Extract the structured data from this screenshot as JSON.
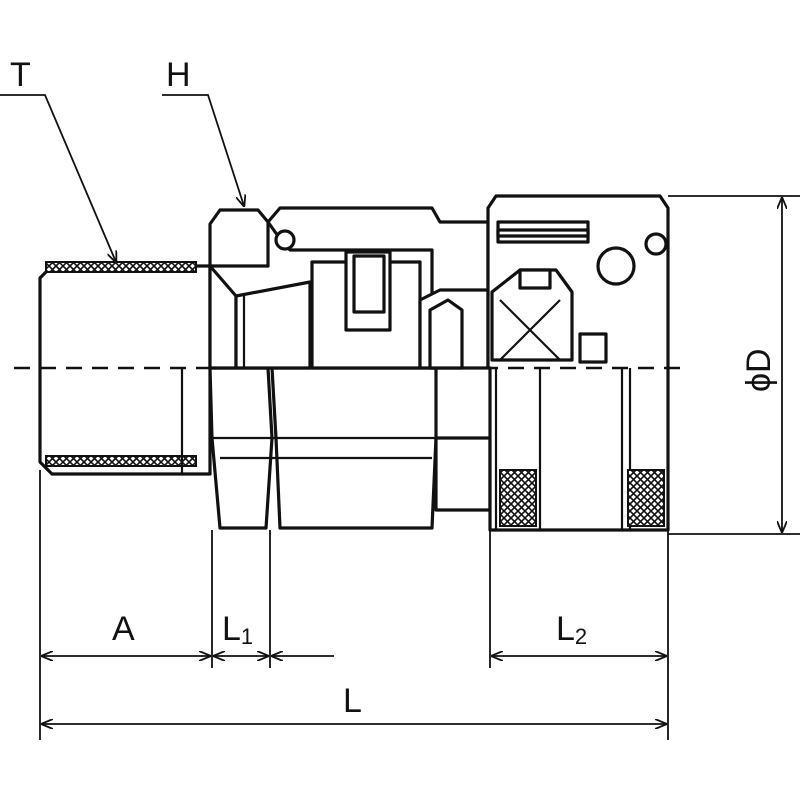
{
  "labels": {
    "T": "T",
    "H": "H",
    "A": "A",
    "L1": {
      "base": "L",
      "sub": "1"
    },
    "L2": {
      "base": "L",
      "sub": "2"
    },
    "L": "L",
    "D": "ϕD"
  },
  "colors": {
    "line": "#111111",
    "background": "#ffffff"
  }
}
